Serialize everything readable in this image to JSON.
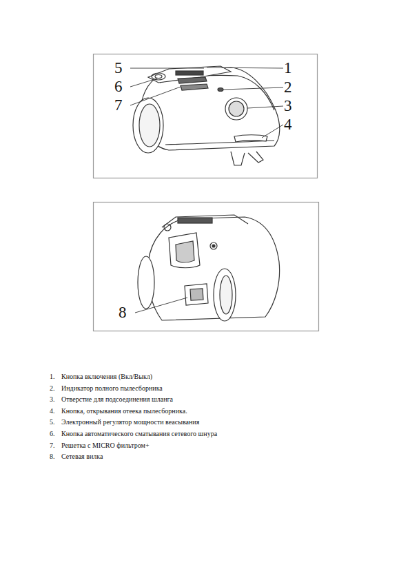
{
  "diagram": {
    "labels": [
      "5",
      "1",
      "6",
      "2",
      "7",
      "3",
      "4",
      "8",
      "1.",
      "Кнопка включения (Вкл/Выкл)",
      "2.",
      "Индикатор полного пылесборника",
      "3.",
      "Отверстие для подсоединения шланга",
      "4.",
      "Кнопка, открывания отеека пылесборника.",
      "5.",
      "Электронный регулятор мощности веасывания",
      "6.",
      "Кнопка автоматического сматывания сетевого шнура",
      "7.",
      "Решетка с  MICRO фильтром+",
      "8.",
      "Сетевая вилка"
    ]
  }
}
